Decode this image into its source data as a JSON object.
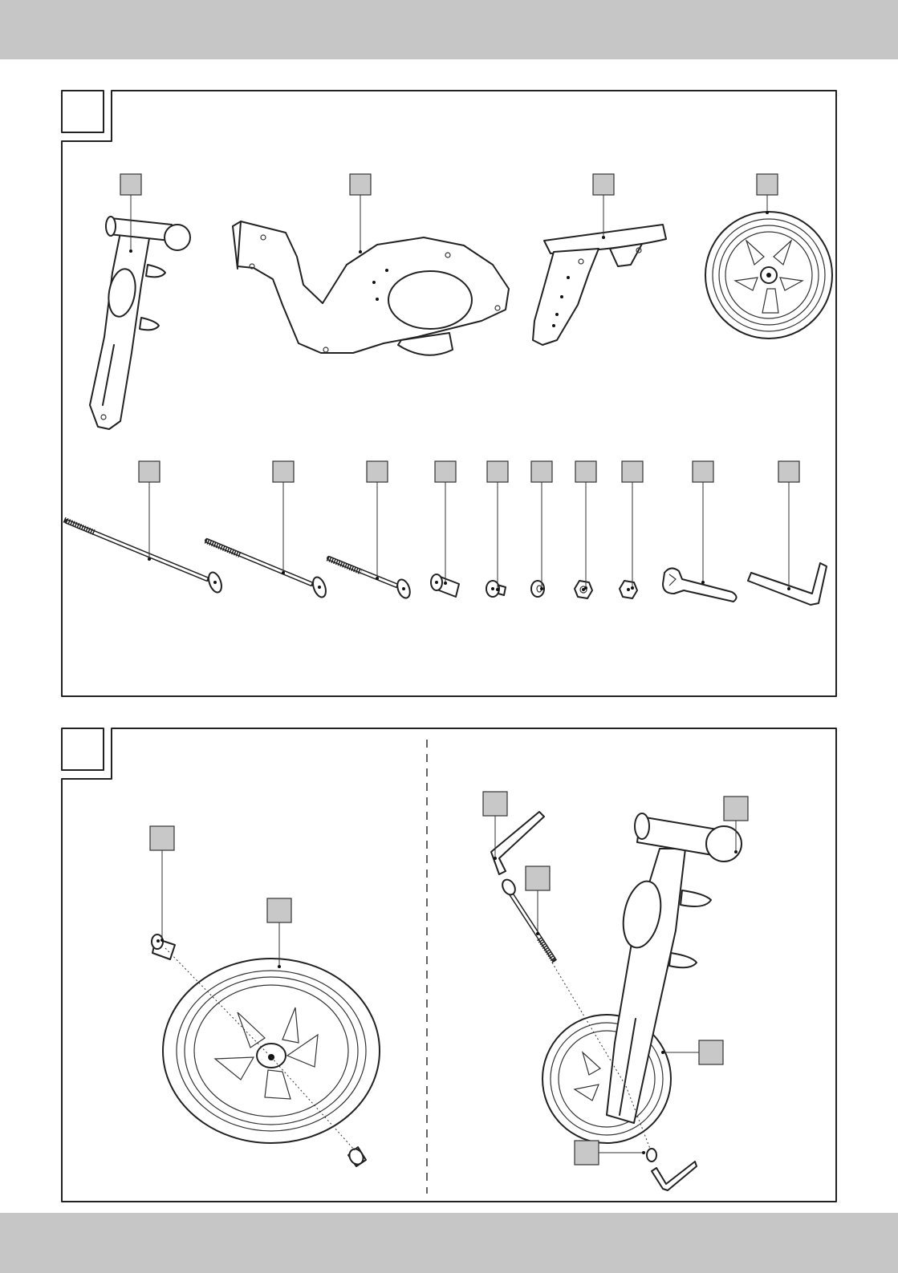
{
  "colors": {
    "band": "#c6c6c6",
    "label_box": "#c8c8c8",
    "line": "#222222",
    "background": "#ffffff"
  },
  "panels": [
    {
      "name": "parts-overview",
      "step_number": ""
    },
    {
      "name": "wheel-and-fork-assembly",
      "step_number": ""
    }
  ],
  "part_labels": [],
  "icons": [
    "handlebar-fork",
    "seat-frame",
    "rear-fork-bracket",
    "wheel",
    "long-bolt",
    "medium-bolt",
    "short-bolt",
    "barrel-nut",
    "cap-nut",
    "washer",
    "lock-nut",
    "dome-nut",
    "open-wrench",
    "allen-key"
  ]
}
